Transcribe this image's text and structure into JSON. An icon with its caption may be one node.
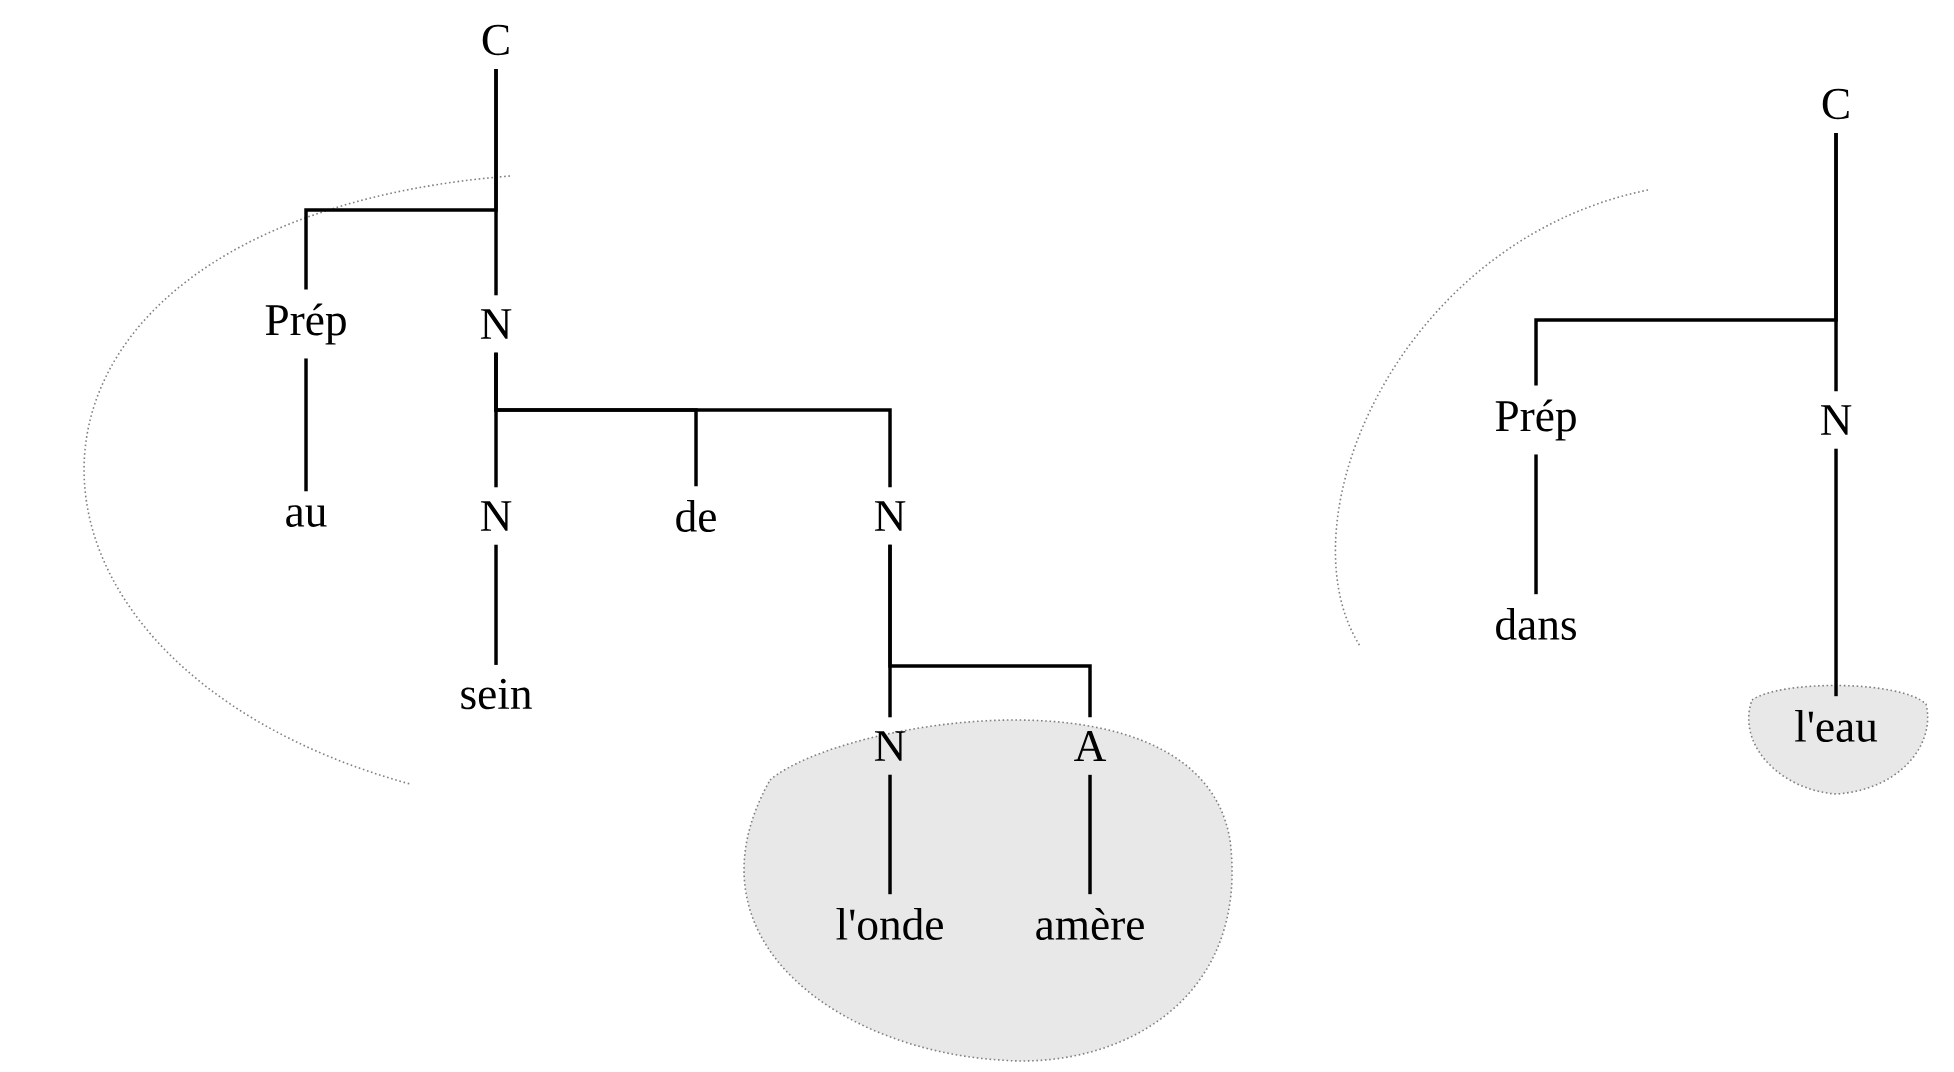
{
  "diagram": {
    "nodes": [
      {
        "text": [
          "C"
        ]
      },
      {
        "text": [
          "Prép"
        ]
      },
      {
        "text": [
          "N"
        ]
      },
      {
        "text": [
          "au"
        ]
      },
      {
        "text": [
          "N"
        ]
      },
      {
        "text": [
          "de"
        ]
      },
      {
        "text": [
          "N"
        ]
      },
      {
        "text": [
          "sein"
        ]
      },
      {
        "text": [
          "N"
        ]
      },
      {
        "text": [
          "A"
        ]
      },
      {
        "text": [
          "l'onde"
        ]
      },
      {
        "text": [
          "amère"
        ]
      },
      {
        "text": [
          "C"
        ]
      },
      {
        "text": [
          "Prép"
        ]
      },
      {
        "text": [
          "N"
        ]
      },
      {
        "text": [
          "dans"
        ]
      },
      {
        "text": [
          "l'eau"
        ]
      }
    ],
    "edges": [
      {
        "from": 0,
        "to": 1,
        "arrow": "none"
      },
      {
        "from": 0,
        "to": 2,
        "arrow": "none"
      },
      {
        "from": 1,
        "to": 3,
        "arrow": "none"
      },
      {
        "from": 2,
        "to": 4,
        "arrow": "none"
      },
      {
        "from": 2,
        "to": 5,
        "arrow": "none"
      },
      {
        "from": 2,
        "to": 6,
        "arrow": "none"
      },
      {
        "from": 4,
        "to": 7,
        "arrow": "none"
      },
      {
        "from": 6,
        "to": 8,
        "arrow": "none"
      },
      {
        "from": 6,
        "to": 9,
        "arrow": "none"
      },
      {
        "from": 8,
        "to": 10,
        "arrow": "none"
      },
      {
        "from": 9,
        "to": 11,
        "arrow": "none"
      },
      {
        "from": 12,
        "to": 13,
        "arrow": "none"
      },
      {
        "from": 12,
        "to": 14,
        "arrow": "none"
      },
      {
        "from": 13,
        "to": 15,
        "arrow": "none"
      },
      {
        "from": 14,
        "to": 16,
        "arrow": "none"
      }
    ]
  }
}
